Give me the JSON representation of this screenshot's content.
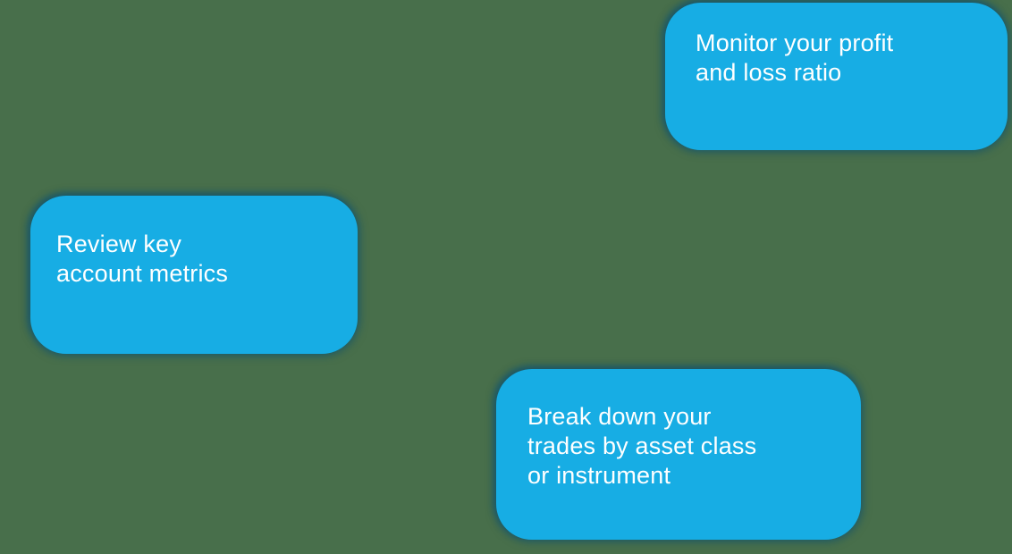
{
  "overlay": {
    "tooltips": [
      {
        "id": "profit-loss",
        "text": "Monitor your profit\nand loss ratio"
      },
      {
        "id": "account-metrics",
        "text": "Review key\naccount metrics"
      },
      {
        "id": "asset-breakdown",
        "text": "Break down your\ntrades by asset class\nor instrument"
      }
    ],
    "colors": {
      "background": "#486F4B",
      "bubble": "#17ADE4",
      "text": "#FFFFFF"
    }
  }
}
